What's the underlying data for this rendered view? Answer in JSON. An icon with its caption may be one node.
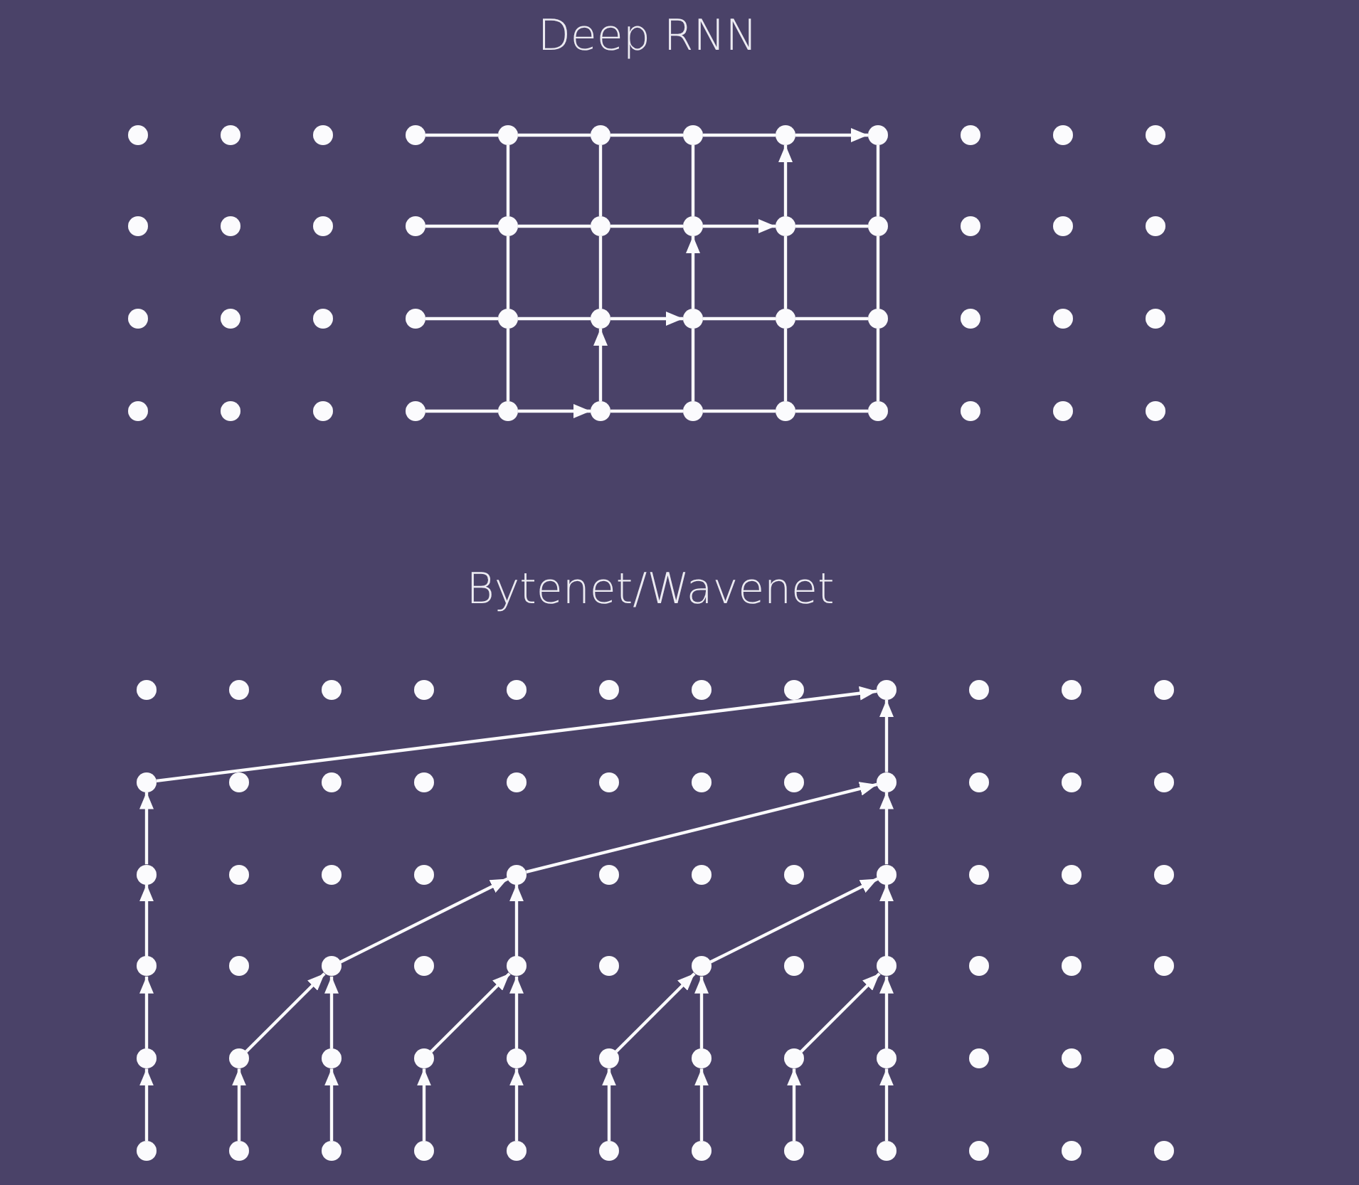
{
  "diagram": {
    "labels": [
      "Deep RNN",
      "Bytenet/Wavenet"
    ],
    "nodes": [
      {
        "text": [],
        "shape": "circle"
      },
      {
        "text": [],
        "shape": "circle"
      },
      {
        "text": [],
        "shape": "circle"
      },
      {
        "text": [],
        "shape": "circle"
      },
      {
        "text": [],
        "shape": "circle"
      },
      {
        "text": [],
        "shape": "circle"
      },
      {
        "text": [],
        "shape": "circle"
      },
      {
        "text": [],
        "shape": "circle"
      },
      {
        "text": [],
        "shape": "circle"
      },
      {
        "text": [],
        "shape": "circle"
      },
      {
        "text": [],
        "shape": "circle"
      },
      {
        "text": [],
        "shape": "circle"
      },
      {
        "text": [],
        "shape": "circle"
      },
      {
        "text": [],
        "shape": "circle"
      },
      {
        "text": [],
        "shape": "circle"
      },
      {
        "text": [],
        "shape": "circle"
      },
      {
        "text": [],
        "shape": "circle"
      },
      {
        "text": [],
        "shape": "circle"
      },
      {
        "text": [],
        "shape": "circle"
      },
      {
        "text": [],
        "shape": "circle"
      },
      {
        "text": [],
        "shape": "circle"
      },
      {
        "text": [],
        "shape": "circle"
      },
      {
        "text": [],
        "shape": "circle"
      },
      {
        "text": [],
        "shape": "circle"
      },
      {
        "text": [],
        "shape": "circle"
      },
      {
        "text": [],
        "shape": "circle"
      },
      {
        "text": [],
        "shape": "circle"
      },
      {
        "text": [],
        "shape": "circle"
      },
      {
        "text": [],
        "shape": "circle"
      },
      {
        "text": [],
        "shape": "circle"
      },
      {
        "text": [],
        "shape": "circle"
      },
      {
        "text": [],
        "shape": "circle"
      },
      {
        "text": [],
        "shape": "circle"
      },
      {
        "text": [],
        "shape": "circle"
      },
      {
        "text": [],
        "shape": "circle"
      },
      {
        "text": [],
        "shape": "circle"
      },
      {
        "text": [],
        "shape": "circle"
      },
      {
        "text": [],
        "shape": "circle"
      },
      {
        "text": [],
        "shape": "circle"
      },
      {
        "text": [],
        "shape": "circle"
      },
      {
        "text": [],
        "shape": "circle"
      },
      {
        "text": [],
        "shape": "circle"
      },
      {
        "text": [],
        "shape": "circle"
      },
      {
        "text": [],
        "shape": "circle"
      },
      {
        "text": [],
        "shape": "circle"
      },
      {
        "text": [],
        "shape": "circle"
      },
      {
        "text": [],
        "shape": "circle"
      },
      {
        "text": [],
        "shape": "circle"
      },
      {
        "text": [],
        "shape": "circle"
      },
      {
        "text": [],
        "shape": "circle"
      },
      {
        "text": [],
        "shape": "circle"
      },
      {
        "text": [],
        "shape": "circle"
      },
      {
        "text": [],
        "shape": "circle"
      },
      {
        "text": [],
        "shape": "circle"
      },
      {
        "text": [],
        "shape": "circle"
      },
      {
        "text": [],
        "shape": "circle"
      },
      {
        "text": [],
        "shape": "circle"
      },
      {
        "text": [],
        "shape": "circle"
      },
      {
        "text": [],
        "shape": "circle"
      },
      {
        "text": [],
        "shape": "circle"
      },
      {
        "text": [],
        "shape": "circle"
      },
      {
        "text": [],
        "shape": "circle"
      },
      {
        "text": [],
        "shape": "circle"
      },
      {
        "text": [],
        "shape": "circle"
      },
      {
        "text": [],
        "shape": "circle"
      },
      {
        "text": [],
        "shape": "circle"
      },
      {
        "text": [],
        "shape": "circle"
      },
      {
        "text": [],
        "shape": "circle"
      },
      {
        "text": [],
        "shape": "circle"
      },
      {
        "text": [],
        "shape": "circle"
      },
      {
        "text": [],
        "shape": "circle"
      },
      {
        "text": [],
        "shape": "circle"
      },
      {
        "text": [],
        "shape": "circle"
      },
      {
        "text": [],
        "shape": "circle"
      },
      {
        "text": [],
        "shape": "circle"
      },
      {
        "text": [],
        "shape": "circle"
      },
      {
        "text": [],
        "shape": "circle"
      },
      {
        "text": [],
        "shape": "circle"
      },
      {
        "text": [],
        "shape": "circle"
      },
      {
        "text": [],
        "shape": "circle"
      },
      {
        "text": [],
        "shape": "circle"
      },
      {
        "text": [],
        "shape": "circle"
      },
      {
        "text": [],
        "shape": "circle"
      },
      {
        "text": [],
        "shape": "circle"
      },
      {
        "text": [],
        "shape": "circle"
      },
      {
        "text": [],
        "shape": "circle"
      },
      {
        "text": [],
        "shape": "circle"
      },
      {
        "text": [],
        "shape": "circle"
      },
      {
        "text": [],
        "shape": "circle"
      },
      {
        "text": [],
        "shape": "circle"
      },
      {
        "text": [],
        "shape": "circle"
      },
      {
        "text": [],
        "shape": "circle"
      },
      {
        "text": [],
        "shape": "circle"
      },
      {
        "text": [],
        "shape": "circle"
      },
      {
        "text": [],
        "shape": "circle"
      },
      {
        "text": [],
        "shape": "circle"
      },
      {
        "text": [],
        "shape": "circle"
      },
      {
        "text": [],
        "shape": "circle"
      },
      {
        "text": [],
        "shape": "circle"
      },
      {
        "text": [],
        "shape": "circle"
      },
      {
        "text": [],
        "shape": "circle"
      },
      {
        "text": [],
        "shape": "circle"
      },
      {
        "text": [],
        "shape": "circle"
      },
      {
        "text": [],
        "shape": "circle"
      },
      {
        "text": [],
        "shape": "circle"
      },
      {
        "text": [],
        "shape": "circle"
      },
      {
        "text": [],
        "shape": "circle"
      },
      {
        "text": [],
        "shape": "circle"
      },
      {
        "text": [],
        "shape": "circle"
      },
      {
        "text": [],
        "shape": "circle"
      },
      {
        "text": [],
        "shape": "circle"
      },
      {
        "text": [],
        "shape": "circle"
      },
      {
        "text": [],
        "shape": "circle"
      },
      {
        "text": [],
        "shape": "circle"
      },
      {
        "text": [],
        "shape": "circle"
      },
      {
        "text": [],
        "shape": "circle"
      },
      {
        "text": [],
        "shape": "circle"
      },
      {
        "text": [],
        "shape": "circle"
      },
      {
        "text": [],
        "shape": "circle"
      },
      {
        "text": [],
        "shape": "circle"
      }
    ],
    "edges": [
      {
        "from": 3,
        "to": 4,
        "arrow": "none"
      },
      {
        "from": 4,
        "to": 5,
        "arrow": "none"
      },
      {
        "from": 5,
        "to": 6,
        "arrow": "none"
      },
      {
        "from": 6,
        "to": 7,
        "arrow": "none"
      },
      {
        "from": 7,
        "to": 8,
        "arrow": "to"
      },
      {
        "from": 15,
        "to": 16,
        "arrow": "none"
      },
      {
        "from": 16,
        "to": 17,
        "arrow": "none"
      },
      {
        "from": 17,
        "to": 18,
        "arrow": "none"
      },
      {
        "from": 18,
        "to": 19,
        "arrow": "to"
      },
      {
        "from": 19,
        "to": 20,
        "arrow": "none"
      },
      {
        "from": 27,
        "to": 28,
        "arrow": "none"
      },
      {
        "from": 28,
        "to": 29,
        "arrow": "none"
      },
      {
        "from": 29,
        "to": 30,
        "arrow": "to"
      },
      {
        "from": 30,
        "to": 31,
        "arrow": "none"
      },
      {
        "from": 31,
        "to": 32,
        "arrow": "none"
      },
      {
        "from": 39,
        "to": 40,
        "arrow": "none"
      },
      {
        "from": 40,
        "to": 41,
        "arrow": "to"
      },
      {
        "from": 41,
        "to": 42,
        "arrow": "none"
      },
      {
        "from": 42,
        "to": 43,
        "arrow": "none"
      },
      {
        "from": 43,
        "to": 44,
        "arrow": "none"
      },
      {
        "from": 16,
        "to": 4,
        "arrow": "none"
      },
      {
        "from": 28,
        "to": 16,
        "arrow": "none"
      },
      {
        "from": 40,
        "to": 28,
        "arrow": "none"
      },
      {
        "from": 17,
        "to": 5,
        "arrow": "none"
      },
      {
        "from": 29,
        "to": 17,
        "arrow": "none"
      },
      {
        "from": 41,
        "to": 29,
        "arrow": "to"
      },
      {
        "from": 18,
        "to": 6,
        "arrow": "none"
      },
      {
        "from": 30,
        "to": 18,
        "arrow": "to"
      },
      {
        "from": 42,
        "to": 30,
        "arrow": "none"
      },
      {
        "from": 19,
        "to": 7,
        "arrow": "to"
      },
      {
        "from": 31,
        "to": 19,
        "arrow": "none"
      },
      {
        "from": 43,
        "to": 31,
        "arrow": "none"
      },
      {
        "from": 20,
        "to": 8,
        "arrow": "none"
      },
      {
        "from": 32,
        "to": 20,
        "arrow": "none"
      },
      {
        "from": 44,
        "to": 32,
        "arrow": "none"
      },
      {
        "from": 108,
        "to": 96,
        "arrow": "to"
      },
      {
        "from": 109,
        "to": 97,
        "arrow": "to"
      },
      {
        "from": 110,
        "to": 98,
        "arrow": "to"
      },
      {
        "from": 111,
        "to": 99,
        "arrow": "to"
      },
      {
        "from": 112,
        "to": 100,
        "arrow": "to"
      },
      {
        "from": 113,
        "to": 101,
        "arrow": "to"
      },
      {
        "from": 114,
        "to": 102,
        "arrow": "to"
      },
      {
        "from": 115,
        "to": 103,
        "arrow": "to"
      },
      {
        "from": 116,
        "to": 104,
        "arrow": "to"
      },
      {
        "from": 96,
        "to": 84,
        "arrow": "to"
      },
      {
        "from": 97,
        "to": 86,
        "arrow": "to"
      },
      {
        "from": 98,
        "to": 86,
        "arrow": "to"
      },
      {
        "from": 99,
        "to": 88,
        "arrow": "to"
      },
      {
        "from": 100,
        "to": 88,
        "arrow": "to"
      },
      {
        "from": 101,
        "to": 90,
        "arrow": "to"
      },
      {
        "from": 102,
        "to": 90,
        "arrow": "to"
      },
      {
        "from": 103,
        "to": 92,
        "arrow": "to"
      },
      {
        "from": 104,
        "to": 92,
        "arrow": "to"
      },
      {
        "from": 84,
        "to": 72,
        "arrow": "to"
      },
      {
        "from": 86,
        "to": 76,
        "arrow": "to"
      },
      {
        "from": 88,
        "to": 76,
        "arrow": "to"
      },
      {
        "from": 90,
        "to": 80,
        "arrow": "to"
      },
      {
        "from": 92,
        "to": 80,
        "arrow": "to"
      },
      {
        "from": 72,
        "to": 60,
        "arrow": "to"
      },
      {
        "from": 76,
        "to": 68,
        "arrow": "to"
      },
      {
        "from": 80,
        "to": 68,
        "arrow": "to"
      },
      {
        "from": 60,
        "to": 56,
        "arrow": "to"
      },
      {
        "from": 68,
        "to": 56,
        "arrow": "to"
      }
    ]
  }
}
